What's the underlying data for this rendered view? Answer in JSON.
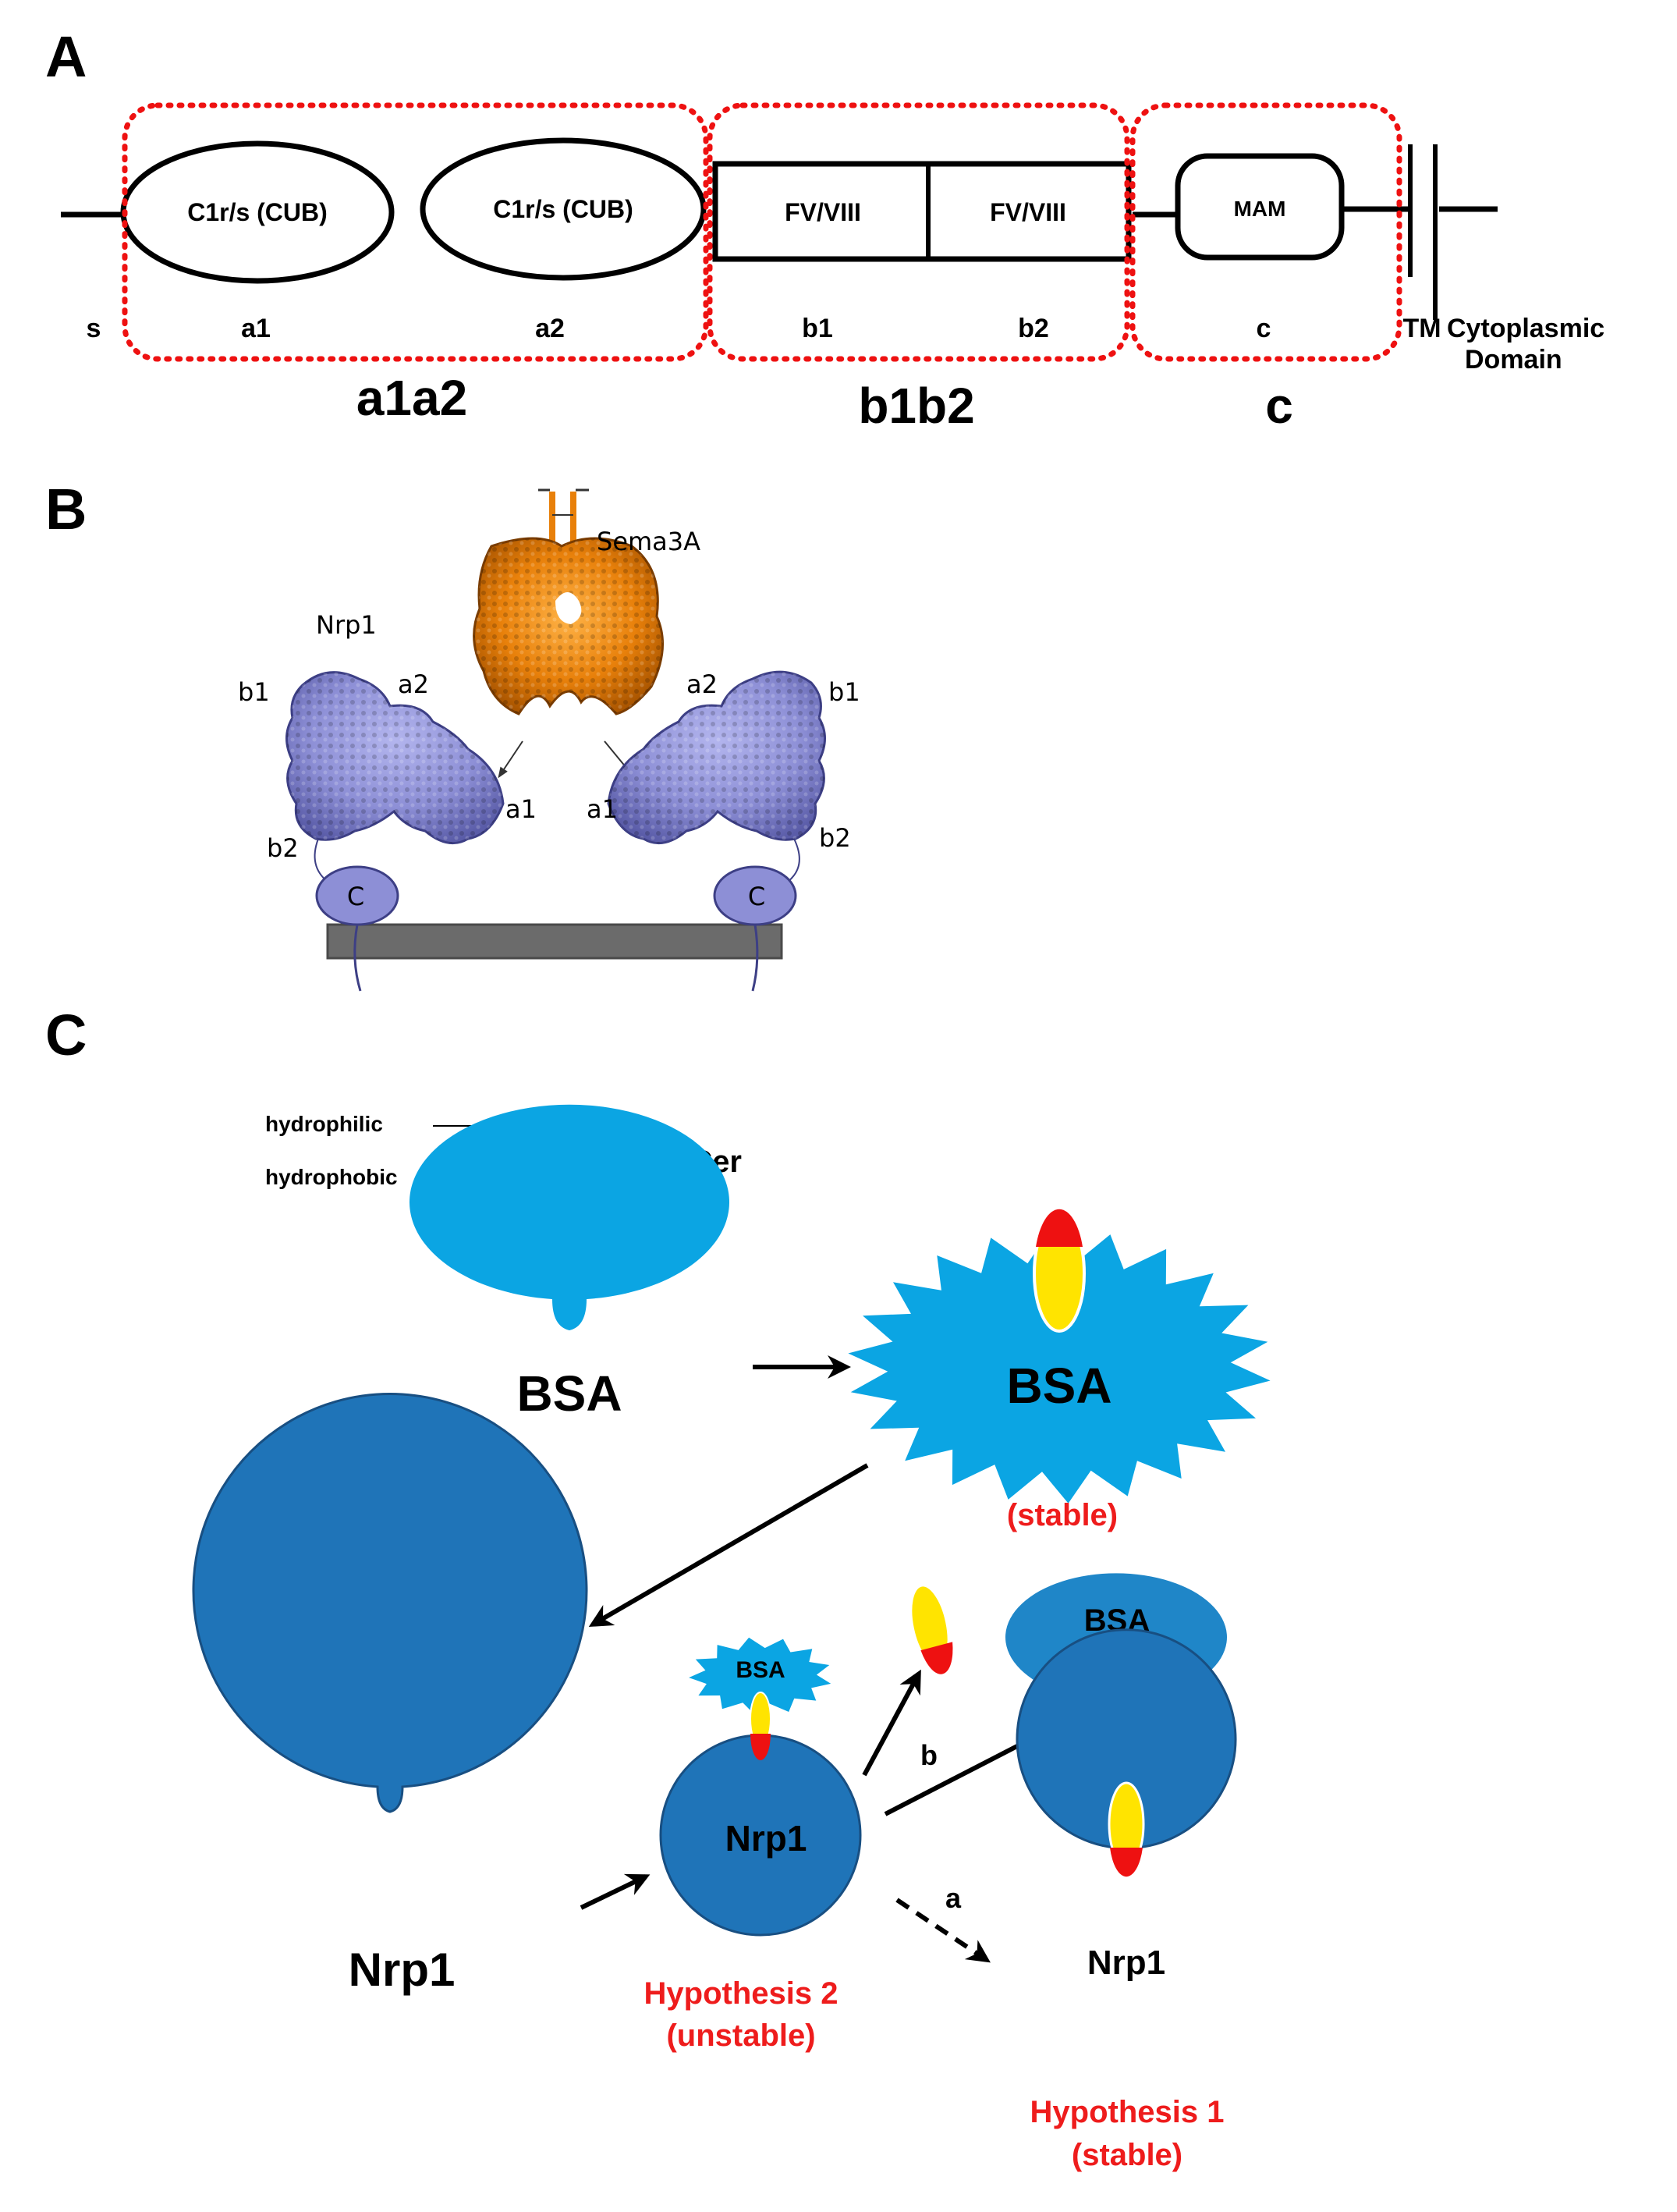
{
  "panels": {
    "a": {
      "letter": "A",
      "domains": {
        "d1": "C1r/s (CUB)",
        "d2": "C1r/s (CUB)",
        "d3": "FV/VIII",
        "d4": "FV/VIII",
        "d5": "MAM"
      },
      "labels": {
        "s": "s",
        "a1": "a1",
        "a2": "a2",
        "b1": "b1",
        "b2": "b2",
        "c": "c",
        "tm": "TM",
        "cyto1": "Cytoplasmic",
        "cyto2": "Domain"
      },
      "groups": {
        "a1a2": "a1a2",
        "b1b2": "b1b2",
        "c": "c"
      }
    },
    "b": {
      "letter": "B",
      "sema3a": "Sema3A",
      "nrp1": "Nrp1",
      "left": {
        "b1": "b1",
        "a2": "a2",
        "a1": "a1",
        "b2": "b2",
        "c": "C"
      },
      "right": {
        "a2": "a2",
        "b1": "b1",
        "a1": "a1",
        "b2": "b2",
        "c": "C"
      }
    },
    "c": {
      "letter": "C",
      "hydrophilic": "hydrophilic",
      "hydrophobic": "hydrophobic",
      "kcer": "kCer",
      "bsa": "BSA",
      "stable": "(stable)",
      "nrp1": "Nrp1",
      "hyp2_line1": "Hypothesis 2",
      "hyp2_line2": "(unstable)",
      "hyp1_line1": "Hypothesis 1",
      "hyp1_line2": "(stable)",
      "path_a": "a",
      "path_b": "b"
    }
  },
  "colors": {
    "dotted_red": "#ee1111",
    "sema_orange": "#e8800a",
    "nrp_purple": "#8d8fd6",
    "membrane_gray": "#6b6b6b",
    "bsa_light_blue": "#0ba5e3",
    "bsa_mid_blue": "#1f86c8",
    "nrp_blue": "#1f74b8",
    "kcer_yellow": "#ffe400",
    "kcer_red": "#ee1111",
    "label_red": "#ee1c1c"
  }
}
